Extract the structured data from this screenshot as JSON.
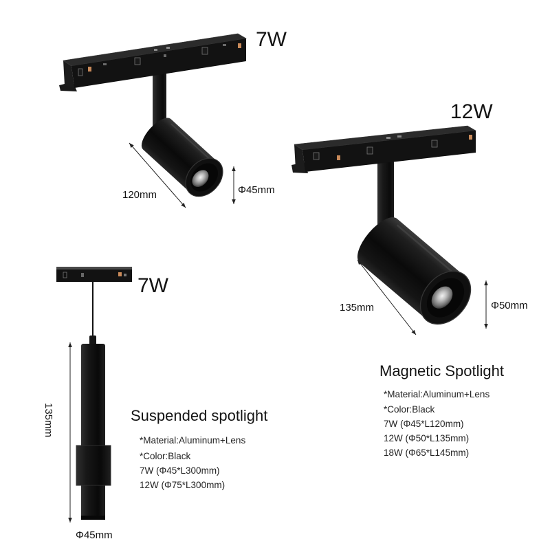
{
  "product_image": {
    "magnetic_7w": {
      "power": "7W",
      "length": "120mm",
      "diameter": "Φ45mm"
    },
    "magnetic_12w": {
      "power": "12W",
      "length": "135mm",
      "diameter": "Φ50mm"
    },
    "suspended_7w": {
      "power": "7W",
      "length": "135mm",
      "diameter": "Φ45mm"
    }
  },
  "magnetic_spotlight": {
    "title": "Magnetic Spotlight",
    "specs": [
      "*Material:Aluminum+Lens",
      "*Color:Black",
      "7W (Φ45*L120mm)",
      "12W (Φ50*L135mm)",
      "18W (Φ65*L145mm)"
    ]
  },
  "suspended_spotlight": {
    "title": "Suspended spotlight",
    "specs": [
      "*Material:Aluminum+Lens",
      "*Color:Black",
      "7W (Φ45*L300mm)",
      "12W (Φ75*L300mm)"
    ]
  },
  "colors": {
    "fixture_body": "#111111",
    "copper_contact": "#c98a5a",
    "lens": "#d8d8d8",
    "background": "#ffffff"
  }
}
